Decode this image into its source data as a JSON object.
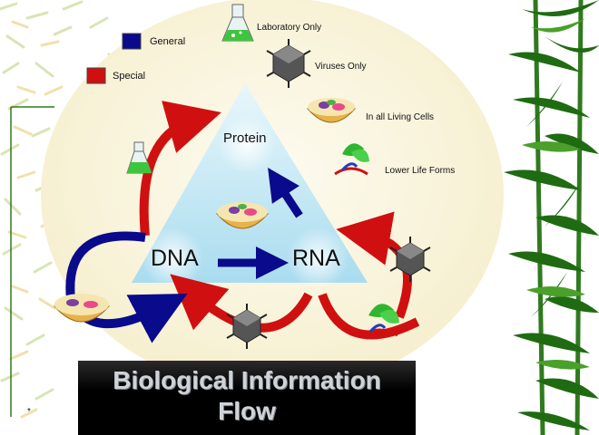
{
  "legend": [
    {
      "label": "General",
      "color": "#0a0a8c"
    },
    {
      "label": "Special",
      "color": "#d01010"
    }
  ],
  "key": [
    {
      "label": "Laboratory Only",
      "icon": "flask-icon"
    },
    {
      "label": "Viruses Only",
      "icon": "virus-icon"
    },
    {
      "label": "In all Living Cells",
      "icon": "cell-icon"
    },
    {
      "label": "Lower Life Forms",
      "icon": "plant-icon"
    }
  ],
  "nodes": {
    "protein": "Protein",
    "dna": "DNA",
    "rna": "RNA"
  },
  "title": {
    "line1": "Biological Information",
    "line2": "Flow"
  },
  "footnote": "*",
  "colors": {
    "general_arrow": "#0a0a8c",
    "special_arrow": "#d01010",
    "triangle": "#bfe6f2",
    "background_oval": "#fbf7e4",
    "title_bg": "#000000",
    "bamboo": "#1f6b12"
  }
}
